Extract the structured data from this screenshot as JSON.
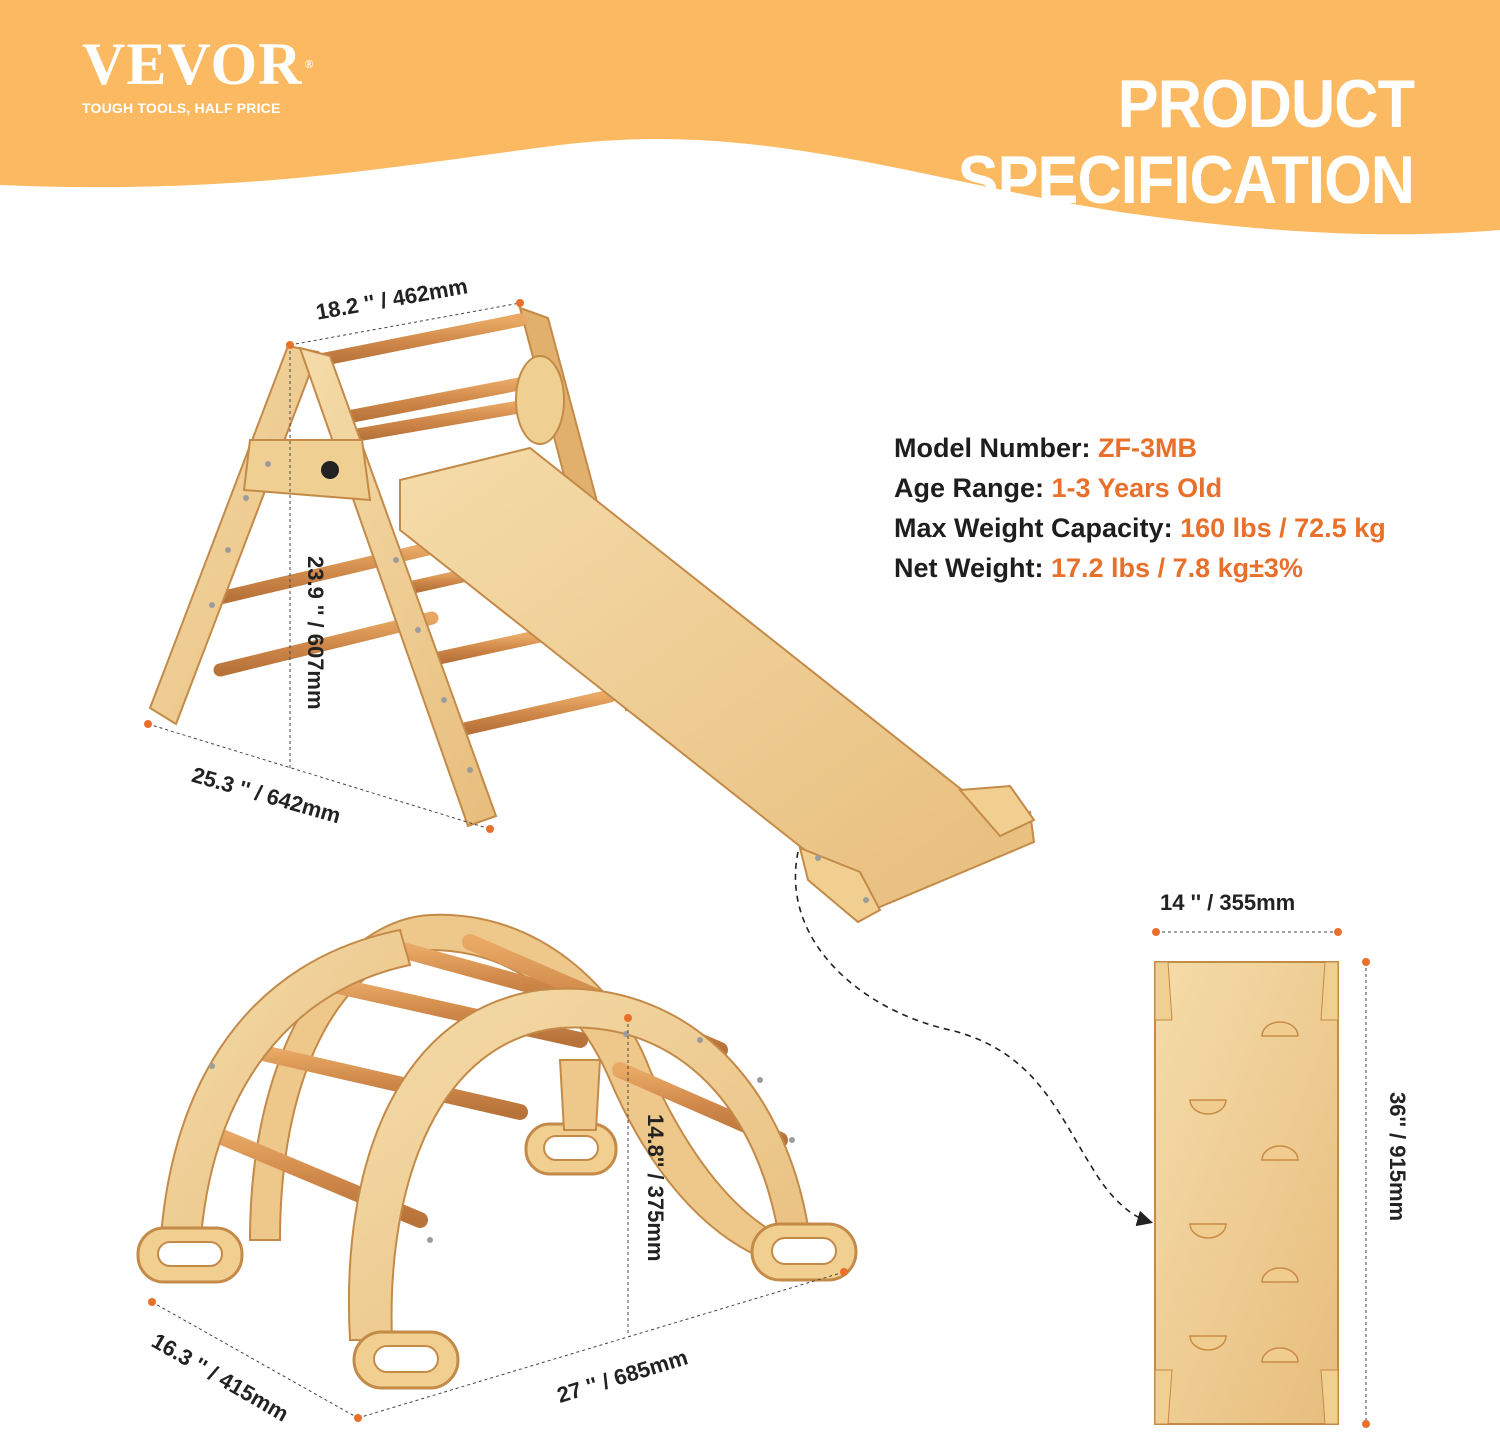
{
  "brand": {
    "logo": "VEVOR",
    "registered": "®",
    "tagline": "TOUGH TOOLS, HALF PRICE"
  },
  "title": {
    "line1": "PRODUCT",
    "line2": "SPECIFICATION"
  },
  "specs": [
    {
      "label": "Model Number",
      "value": "ZF-3MB"
    },
    {
      "label": "Age Range",
      "value": "1-3 Years Old"
    },
    {
      "label": "Max Weight Capacity",
      "value": "160 lbs / 72.5 kg"
    },
    {
      "label": "Net Weight",
      "value": "17.2 lbs / 7.8 kg±3%"
    }
  ],
  "dimensions": {
    "triangle_width": "18.2 '' / 462mm",
    "triangle_height": "23.9 '' / 607mm",
    "triangle_depth": "25.3 '' / 642mm",
    "arch_height": "14.8'' / 375mm",
    "arch_depth": "16.3 '' / 415mm",
    "arch_length": "27 '' / 685mm",
    "ramp_width": "14 '' / 355mm",
    "ramp_length": "36'' / 915mm"
  },
  "colors": {
    "banner": "#fbb962",
    "accent": "#e8702a",
    "wood_light": "#f3d39c",
    "wood_mid": "#e6b876",
    "wood_dark": "#c98b46",
    "text": "#1e1e1e"
  }
}
